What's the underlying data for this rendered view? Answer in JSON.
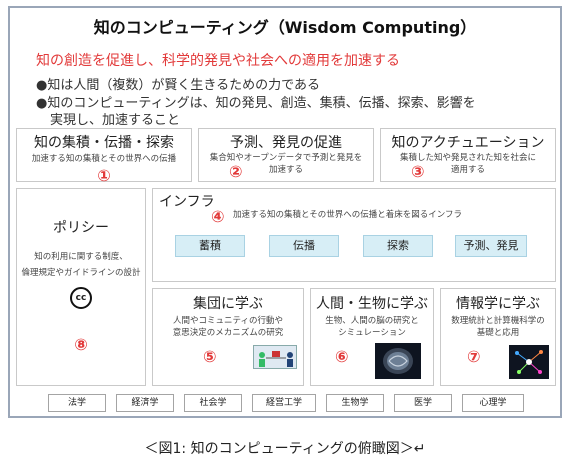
{
  "title": "知のコンピューティング（Wisdom Computing）",
  "subtitle": "知の創造を促進し、科学的発見や社会への適用を加速する",
  "bullets": [
    "●知は人間（複数）が賢く生きるための力である",
    "●知のコンピューティングは、知の発見、創造、集積、伝播、探索、影響を",
    "実現し、加速すること"
  ],
  "top_boxes": [
    {
      "title": "知の集積・伝播・探索",
      "desc": "加速する知の集積とその世界への伝播",
      "num": "①"
    },
    {
      "title": "予測、発見の促進",
      "desc1": "集合知やオープンデータで予測と発見を",
      "desc2": "加速する",
      "num": "②"
    },
    {
      "title": "知のアクチュエーション",
      "desc1": "集積した知や発見された知を社会に",
      "desc2": "適用する",
      "num": "③"
    }
  ],
  "policy": {
    "title": "ポリシー",
    "desc1": "知の利用に関する制度、",
    "desc2": "倫理規定やガイドラインの設計",
    "cc": "cc",
    "num": "⑧"
  },
  "infra": {
    "title": "インフラ",
    "num": "④",
    "desc": "加速する知の集積とその世界への伝播と着床を図るインフラ",
    "pills": [
      "蓄積",
      "伝播",
      "探索",
      "予測、発見"
    ]
  },
  "learn_boxes": [
    {
      "title": "集団に学ぶ",
      "desc1": "人間やコミュニティの行動や",
      "desc2": "意思決定のメカニズムの研究",
      "num": "⑤",
      "icon": "people-network-icon"
    },
    {
      "title": "人間・生物に学ぶ",
      "desc1": "生物、人間の脳の研究と",
      "desc2": "シミュレーション",
      "num": "⑥",
      "icon": "brain-scan-icon"
    },
    {
      "title": "情報学に学ぶ",
      "desc1": "数理統計と計算機科学の",
      "desc2": "基礎と応用",
      "num": "⑦",
      "icon": "network-graph-icon"
    }
  ],
  "fields": [
    "法学",
    "経済学",
    "社会学",
    "経営工学",
    "生物学",
    "医学",
    "心理学"
  ],
  "caption": "＜図1: 知のコンピューティングの俯瞰図＞↵",
  "colors": {
    "accent": "#e23a3a",
    "pill": "#d7eef6",
    "frame": "#9aa6b8"
  }
}
